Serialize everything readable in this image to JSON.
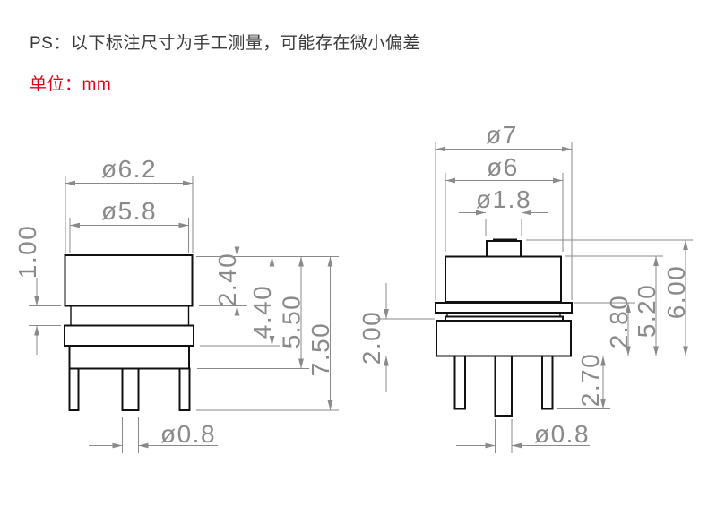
{
  "notes": {
    "ps_note": "PS：以下标注尺寸为手工测量，可能存在微小偏差",
    "unit_note": "单位：mm"
  },
  "colors": {
    "outline": "#111111",
    "dimension_gray": "#8a8a8a",
    "note_text": "#3a3a3a",
    "unit_red": "#e60012",
    "background": "#ffffff"
  },
  "left_view": {
    "dims": {
      "outer_diameter": "ø6.2",
      "inner_diameter": "ø5.8",
      "groove_height": "1.00",
      "body_height": "2.40",
      "height_to_flange": "4.40",
      "height_to_base": "5.50",
      "total_height": "7.50",
      "pin_diameter": "ø0.8"
    }
  },
  "right_view": {
    "dims": {
      "flange_diameter": "ø7",
      "body_diameter": "ø6",
      "plunger_diameter": "ø1.8",
      "base_height": "2.00",
      "flange_to_bottom": "2.80",
      "body_to_bottom": "5.20",
      "total_height": "6.00",
      "pin_length": "2.70",
      "pin_diameter": "ø0.8"
    }
  }
}
